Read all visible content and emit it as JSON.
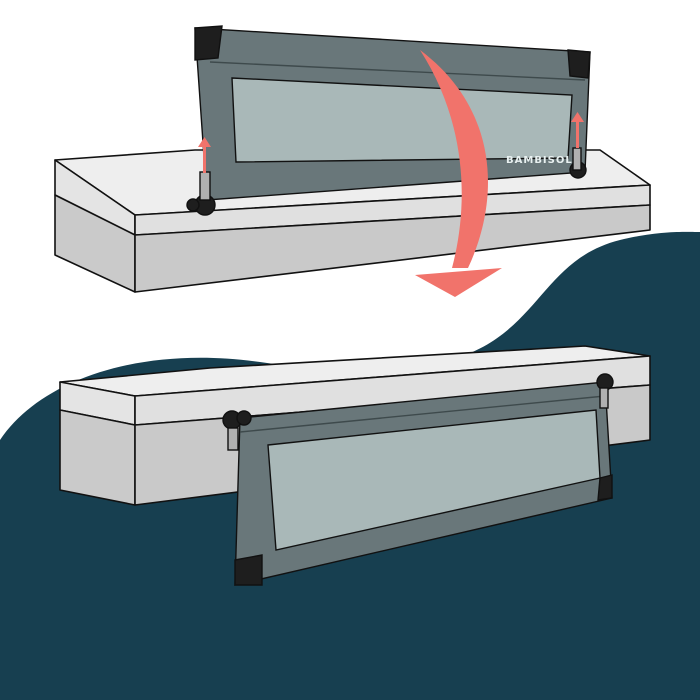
{
  "illustration": {
    "brand_logo": "BAMBISOL",
    "colors": {
      "background": "#ffffff",
      "navy_blob": "#173f50",
      "mattress_top": "#e4e4e4",
      "mattress_base": "#c9c9c9",
      "rail_frame": "#69777a",
      "rail_mesh": "#a9b8b8",
      "corner_caps": "#1e1e1e",
      "arrow": "#f1736b"
    },
    "scenes": [
      "rail-raised",
      "rail-folded-down"
    ],
    "icons": [
      "fold-down-arrow-icon",
      "lift-arrow-icon"
    ]
  }
}
